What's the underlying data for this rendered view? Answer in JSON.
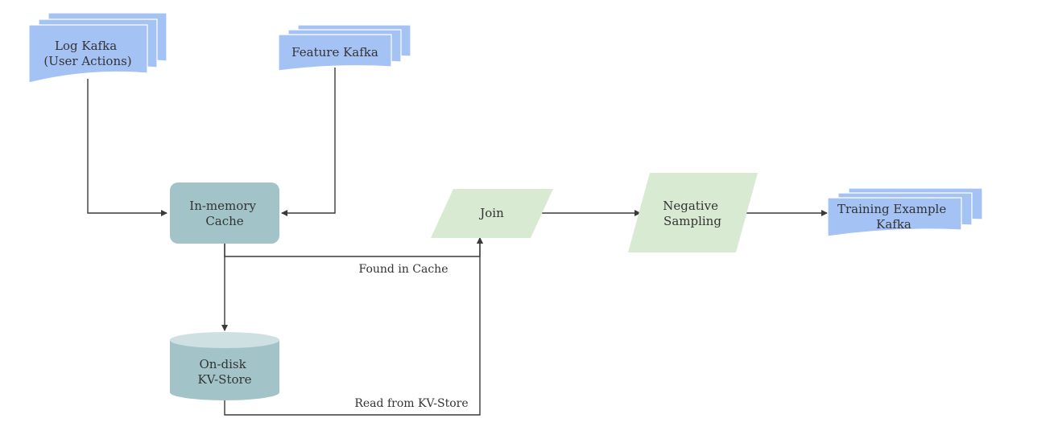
{
  "nodes": {
    "log_kafka": {
      "lines": [
        "Log Kafka",
        "(User Actions)"
      ]
    },
    "feature_kafka": {
      "lines": [
        "Feature Kafka"
      ]
    },
    "cache": {
      "lines": [
        "In-memory",
        "Cache"
      ]
    },
    "kv_store": {
      "lines": [
        "On-disk",
        "KV-Store"
      ]
    },
    "join": {
      "lines": [
        "Join"
      ]
    },
    "negative_sampling": {
      "lines": [
        "Negative",
        "Sampling"
      ]
    },
    "training_kafka": {
      "lines": [
        "Training Example",
        "Kafka"
      ]
    }
  },
  "edges": {
    "found_in_cache": "Found in Cache",
    "read_from_kv": "Read from KV-Store"
  },
  "colors": {
    "queue": "#a4c2f4",
    "cache": "#a2c4c9",
    "process": "#d9ead3",
    "arrow": "#3a3a3a"
  }
}
